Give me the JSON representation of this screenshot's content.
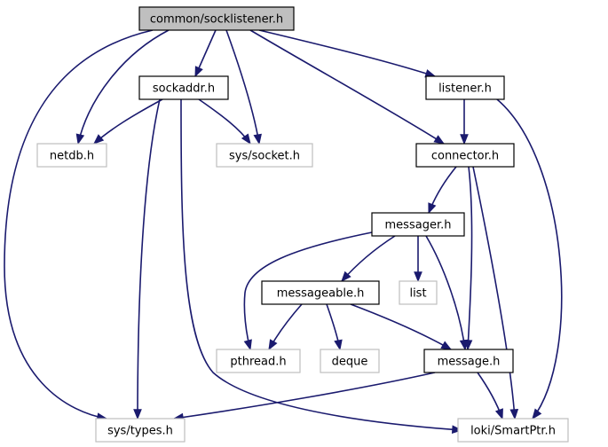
{
  "colors": {
    "edge": "#1a1a6e",
    "root_fill": "#bfbfbf",
    "node_border": "#000000",
    "system_border": "#bfbfbf",
    "background": "#ffffff"
  },
  "nodes": [
    {
      "id": "root",
      "label": "common/socklistener.h",
      "kind": "root"
    },
    {
      "id": "sockaddr",
      "label": "sockaddr.h",
      "kind": "local"
    },
    {
      "id": "listener",
      "label": "listener.h",
      "kind": "local"
    },
    {
      "id": "netdb",
      "label": "netdb.h",
      "kind": "system"
    },
    {
      "id": "socket",
      "label": "sys/socket.h",
      "kind": "system"
    },
    {
      "id": "connector",
      "label": "connector.h",
      "kind": "local"
    },
    {
      "id": "messager",
      "label": "messager.h",
      "kind": "local"
    },
    {
      "id": "messageable",
      "label": "messageable.h",
      "kind": "local"
    },
    {
      "id": "list",
      "label": "list",
      "kind": "system"
    },
    {
      "id": "pthread",
      "label": "pthread.h",
      "kind": "system"
    },
    {
      "id": "deque",
      "label": "deque",
      "kind": "system"
    },
    {
      "id": "message",
      "label": "message.h",
      "kind": "local"
    },
    {
      "id": "types",
      "label": "sys/types.h",
      "kind": "system"
    },
    {
      "id": "smartptr",
      "label": "loki/SmartPtr.h",
      "kind": "system"
    }
  ],
  "edges": [
    {
      "from": "root",
      "to": "types"
    },
    {
      "from": "root",
      "to": "netdb"
    },
    {
      "from": "root",
      "to": "sockaddr"
    },
    {
      "from": "root",
      "to": "socket"
    },
    {
      "from": "root",
      "to": "connector"
    },
    {
      "from": "root",
      "to": "listener"
    },
    {
      "from": "sockaddr",
      "to": "netdb"
    },
    {
      "from": "sockaddr",
      "to": "socket"
    },
    {
      "from": "sockaddr",
      "to": "types"
    },
    {
      "from": "sockaddr",
      "to": "smartptr"
    },
    {
      "from": "listener",
      "to": "connector"
    },
    {
      "from": "listener",
      "to": "smartptr"
    },
    {
      "from": "connector",
      "to": "messager"
    },
    {
      "from": "connector",
      "to": "message"
    },
    {
      "from": "connector",
      "to": "smartptr"
    },
    {
      "from": "messager",
      "to": "pthread"
    },
    {
      "from": "messager",
      "to": "messageable"
    },
    {
      "from": "messager",
      "to": "list"
    },
    {
      "from": "messager",
      "to": "message"
    },
    {
      "from": "messageable",
      "to": "pthread"
    },
    {
      "from": "messageable",
      "to": "deque"
    },
    {
      "from": "messageable",
      "to": "message"
    },
    {
      "from": "message",
      "to": "types"
    },
    {
      "from": "message",
      "to": "smartptr"
    }
  ]
}
